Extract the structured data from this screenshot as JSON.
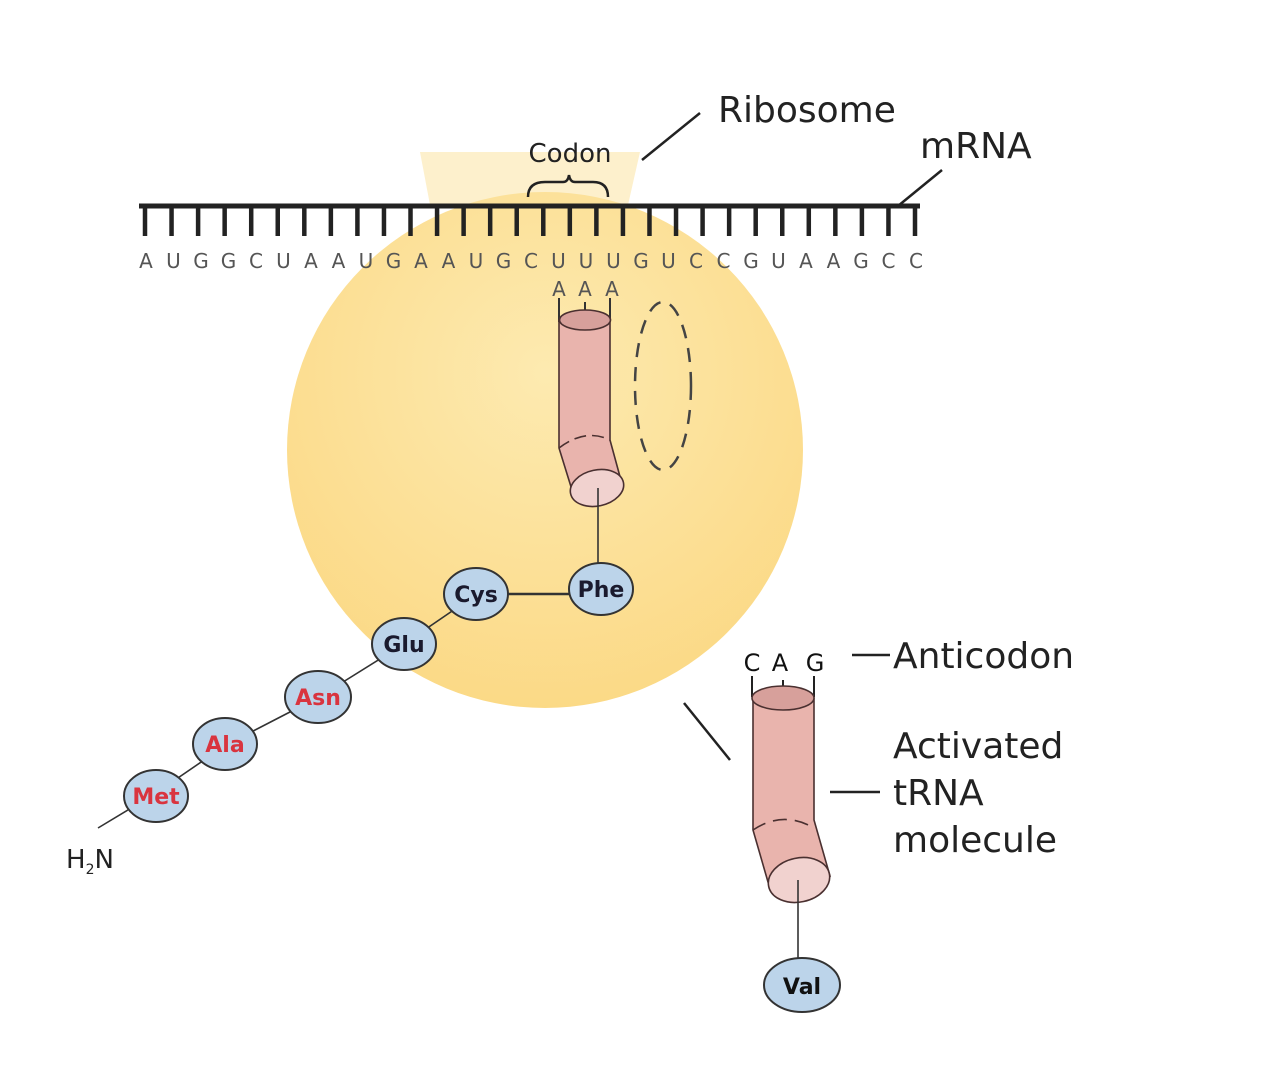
{
  "labels": {
    "ribosome": "Ribosome",
    "mrna": "mRNA",
    "codon": "Codon",
    "anticodon": "Anticodon",
    "activated_trna_line1": "Activated",
    "activated_trna_line2": "tRNA",
    "activated_trna_line3": "molecule",
    "amino_terminus": "H",
    "amino_terminus_sub": "2",
    "amino_terminus_n": "N"
  },
  "mrna_sequence": [
    "A",
    "U",
    "G",
    "G",
    "C",
    "U",
    "A",
    "A",
    "U",
    "G",
    "A",
    "A",
    "U",
    "G",
    "C",
    "U",
    "U",
    "U",
    "G",
    "U",
    "C",
    "C",
    "G",
    "U",
    "A",
    "A",
    "G",
    "C",
    "C"
  ],
  "bound_trna": {
    "anticodon": [
      "A",
      "A",
      "A"
    ],
    "amino_acid": "Phe"
  },
  "incoming_trna": {
    "anticodon": [
      "C",
      "A",
      "G"
    ],
    "amino_acid": "Val"
  },
  "polypeptide": [
    {
      "name": "Met",
      "highlight": true
    },
    {
      "name": "Ala",
      "highlight": true
    },
    {
      "name": "Asn",
      "highlight": true
    },
    {
      "name": "Glu",
      "highlight": false
    },
    {
      "name": "Cys",
      "highlight": false
    }
  ],
  "colors": {
    "ribosome": "#fbdc8f",
    "ribosome_light": "#fdf0cc",
    "trna": "#e9b4ad",
    "trna_top": "#d7a09b",
    "trna_bottom": "#f1d2cf",
    "amino_acid_fill": "#bcd4ea",
    "amino_acid_text": "#1a1a2e",
    "highlight_text": "#d9343f",
    "line": "#222222"
  }
}
